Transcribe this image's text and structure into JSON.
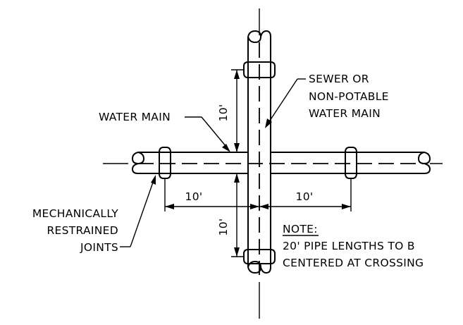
{
  "labels": {
    "sewer_line1": "SEWER OR",
    "sewer_line2": "NON-POTABLE",
    "sewer_line3": "WATER MAIN",
    "water_main": "WATER MAIN",
    "restrained_line1": "MECHANICALLY",
    "restrained_line2": "RESTRAINED",
    "restrained_line3": "JOINTS",
    "note_heading": "NOTE:",
    "note_line1": "20' PIPE LENGTHS TO B",
    "note_line2": "CENTERED AT CROSSING"
  },
  "dimensions": {
    "vertical_top": "10'",
    "vertical_bottom": "10'",
    "horizontal_left": "10'",
    "horizontal_right": "10'"
  }
}
